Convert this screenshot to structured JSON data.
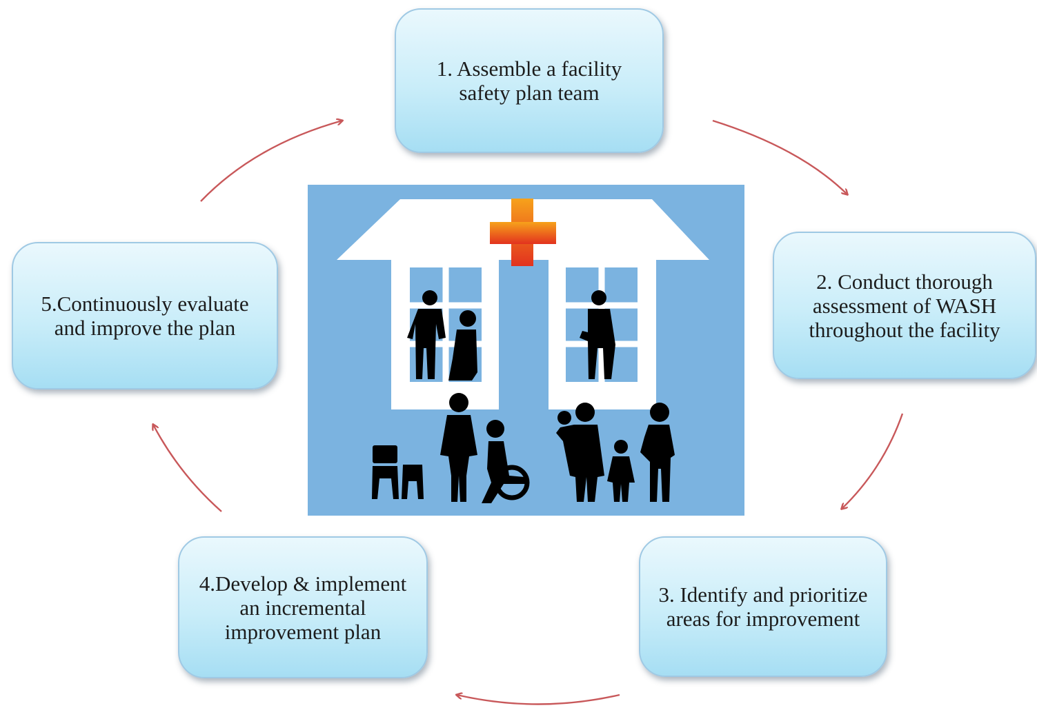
{
  "steps": [
    {
      "id": 1,
      "label": "1. Assemble a facility\nsafety plan team"
    },
    {
      "id": 2,
      "label": "2. Conduct thorough\nassessment of WASH\nthroughout the facility"
    },
    {
      "id": 3,
      "label": "3. Identify and prioritize\nareas for improvement"
    },
    {
      "id": 4,
      "label": "4.Develop & implement\nan incremental\nimprovement plan"
    },
    {
      "id": 5,
      "label": "5.Continuously evaluate\nand improve the plan"
    }
  ],
  "colors": {
    "arrow": "#c8585a",
    "panel_background": "#7bb3e0",
    "building": "#ffffff",
    "silhouette": "#000000",
    "cross_top": "#f7a21b",
    "cross_bottom": "#e2321e"
  },
  "illustration": {
    "subject": "health-care-facility",
    "icons": [
      "building-icon",
      "medical-cross-icon",
      "doctor-icon",
      "patient-icon",
      "nurse-icon",
      "wheelchair-user-icon",
      "family-icon",
      "pregnant-woman-icon",
      "water-container-icon"
    ]
  }
}
